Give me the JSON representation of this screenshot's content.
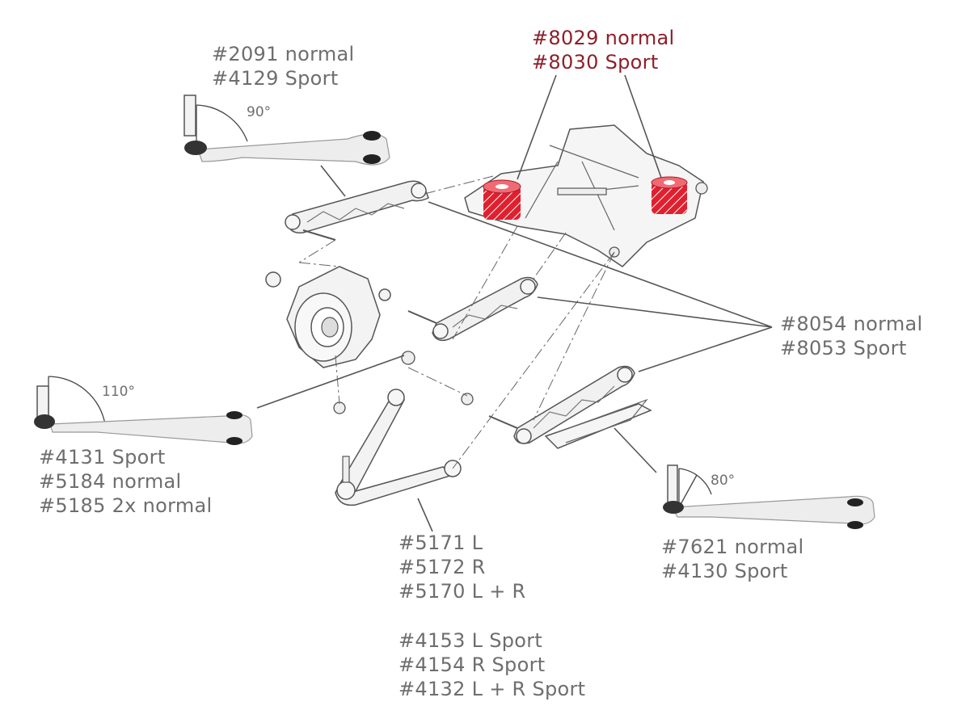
{
  "labels": {
    "upper_arm": [
      "#2091 normal",
      "#4129 Sport"
    ],
    "subframe_mounts": [
      "#8029 normal",
      "#8030 Sport"
    ],
    "toe_links": [
      "#8054 normal",
      "#8053 Sport"
    ],
    "lower_left_arm": [
      "#4131 Sport",
      "#5184 normal",
      "#5185 2x normal"
    ],
    "wishbone": [
      "#5171 L",
      "#5172 R",
      "#5170 L + R"
    ],
    "wishbone_sport": [
      "#4153 L Sport",
      "#4154 R Sport",
      "#4132 L + R Sport"
    ],
    "lower_right_arm": [
      "#7621 normal",
      "#4130 Sport"
    ]
  },
  "angles": {
    "upper_arm": "90°",
    "lower_left_arm": "110°",
    "lower_right_arm": "80°"
  },
  "colors": {
    "label_text": "#6e6e6e",
    "highlight_text": "#8f1f2a",
    "highlight_part": "#e0202f",
    "part_fill": "#eeeeee",
    "part_stroke": "#555555",
    "leader_line": "#555555"
  }
}
